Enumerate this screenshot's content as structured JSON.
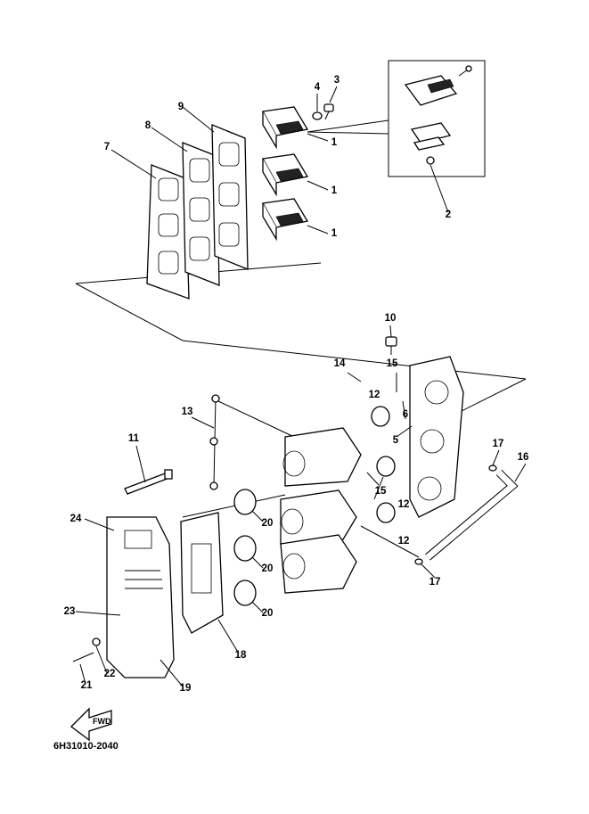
{
  "diagram": {
    "drawing_code": "6H31010-2040",
    "direction_arrow": "FWD",
    "callouts": [
      {
        "id": "c1a",
        "label": "1"
      },
      {
        "id": "c1b",
        "label": "1"
      },
      {
        "id": "c1c",
        "label": "1"
      },
      {
        "id": "c2",
        "label": "2"
      },
      {
        "id": "c3",
        "label": "3"
      },
      {
        "id": "c4",
        "label": "4"
      },
      {
        "id": "c5",
        "label": "5"
      },
      {
        "id": "c6",
        "label": "6"
      },
      {
        "id": "c7",
        "label": "7"
      },
      {
        "id": "c8",
        "label": "8"
      },
      {
        "id": "c9",
        "label": "9"
      },
      {
        "id": "c10",
        "label": "10"
      },
      {
        "id": "c11",
        "label": "11"
      },
      {
        "id": "c12a",
        "label": "12"
      },
      {
        "id": "c12b",
        "label": "12"
      },
      {
        "id": "c12c",
        "label": "12"
      },
      {
        "id": "c13",
        "label": "13"
      },
      {
        "id": "c14",
        "label": "14"
      },
      {
        "id": "c15a",
        "label": "15"
      },
      {
        "id": "c15b",
        "label": "15"
      },
      {
        "id": "c16",
        "label": "16"
      },
      {
        "id": "c17a",
        "label": "17"
      },
      {
        "id": "c17b",
        "label": "17"
      },
      {
        "id": "c18",
        "label": "18"
      },
      {
        "id": "c19",
        "label": "19"
      },
      {
        "id": "c20a",
        "label": "20"
      },
      {
        "id": "c20b",
        "label": "20"
      },
      {
        "id": "c20c",
        "label": "20"
      },
      {
        "id": "c21",
        "label": "21"
      },
      {
        "id": "c22",
        "label": "22"
      },
      {
        "id": "c23",
        "label": "23"
      },
      {
        "id": "c24",
        "label": "24"
      }
    ]
  }
}
